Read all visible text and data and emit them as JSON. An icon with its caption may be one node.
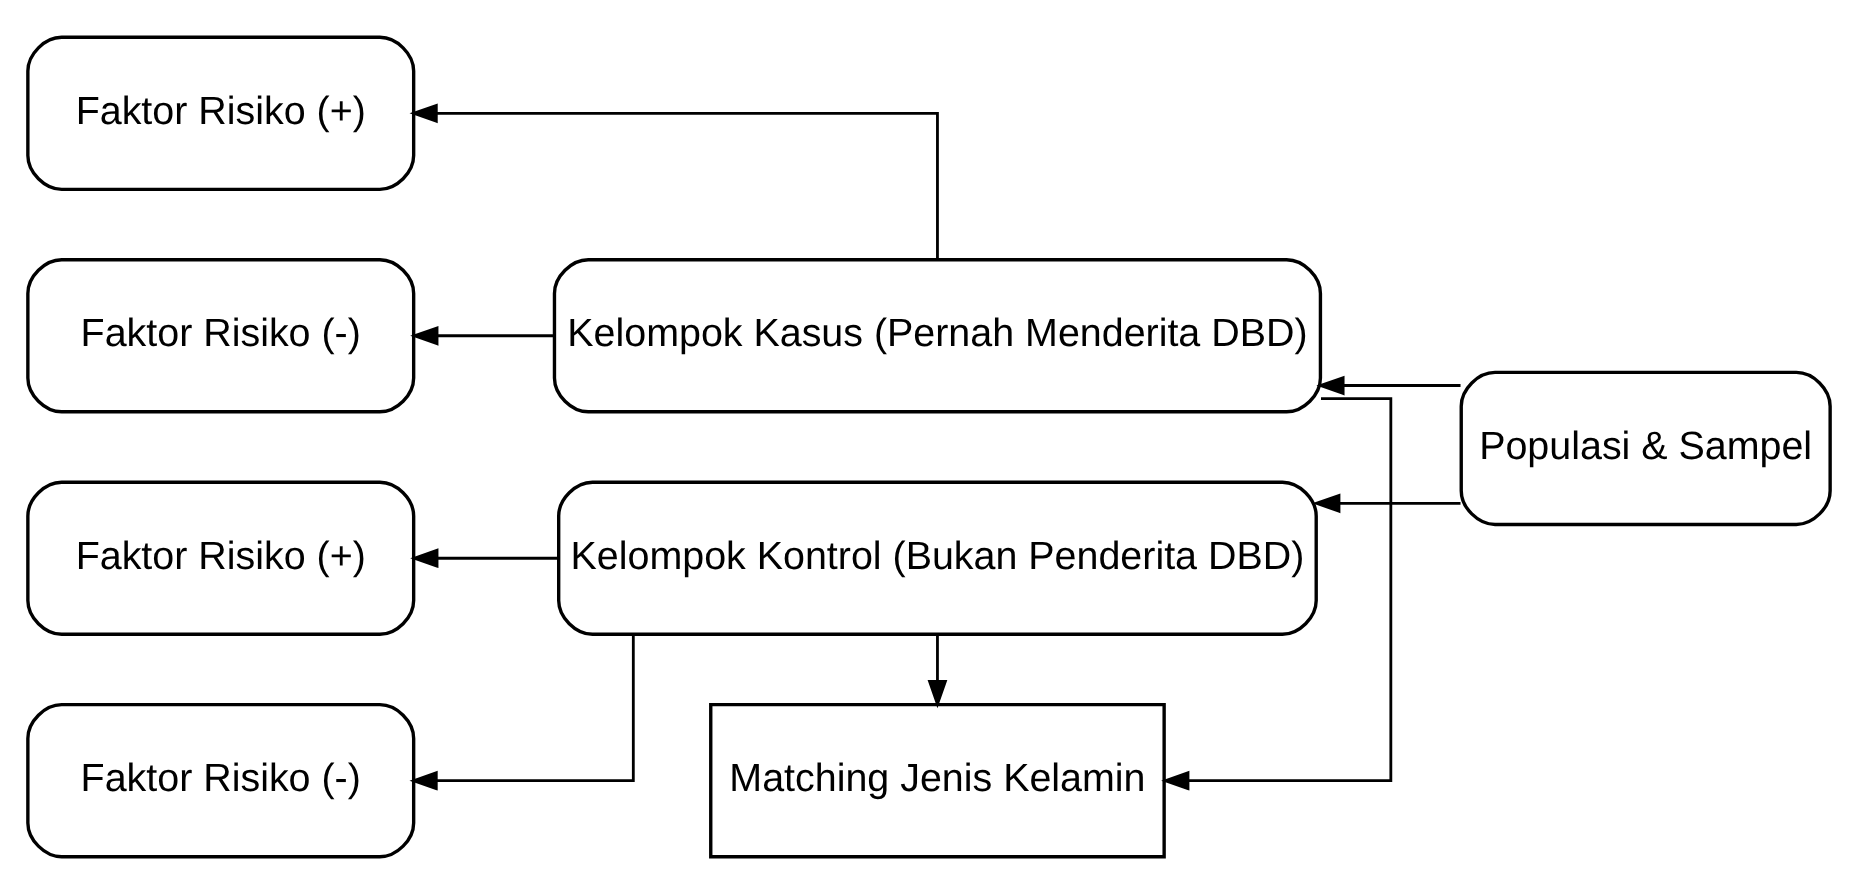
{
  "diagram": {
    "nodes": [
      {
        "text": [
          "Faktor Risiko (+)"
        ]
      },
      {
        "text": [
          "Faktor Risiko (-)"
        ]
      },
      {
        "text": [
          "Kelompok Kasus (Pernah Menderita DBD)"
        ]
      },
      {
        "text": [
          "Matching Jenis Kelamin"
        ]
      },
      {
        "text": [
          "Populasi & Sampel"
        ]
      },
      {
        "text": [
          "Faktor Risiko (+)"
        ]
      },
      {
        "text": [
          "Faktor Risiko (-)"
        ]
      },
      {
        "text": [
          "Kelompok Kontrol (Bukan Penderita DBD)"
        ]
      }
    ],
    "edges": [
      {
        "from": 2,
        "to": 0,
        "arrow": "to"
      },
      {
        "from": 2,
        "to": 1,
        "arrow": "to"
      },
      {
        "from": 2,
        "to": 3,
        "arrow": "to"
      },
      {
        "from": 7,
        "to": 3,
        "arrow": "to"
      },
      {
        "from": 4,
        "to": 2,
        "arrow": "to"
      },
      {
        "from": 4,
        "to": 7,
        "arrow": "to"
      },
      {
        "from": 7,
        "to": 5,
        "arrow": "to"
      },
      {
        "from": 7,
        "to": 6,
        "arrow": "to"
      }
    ]
  }
}
